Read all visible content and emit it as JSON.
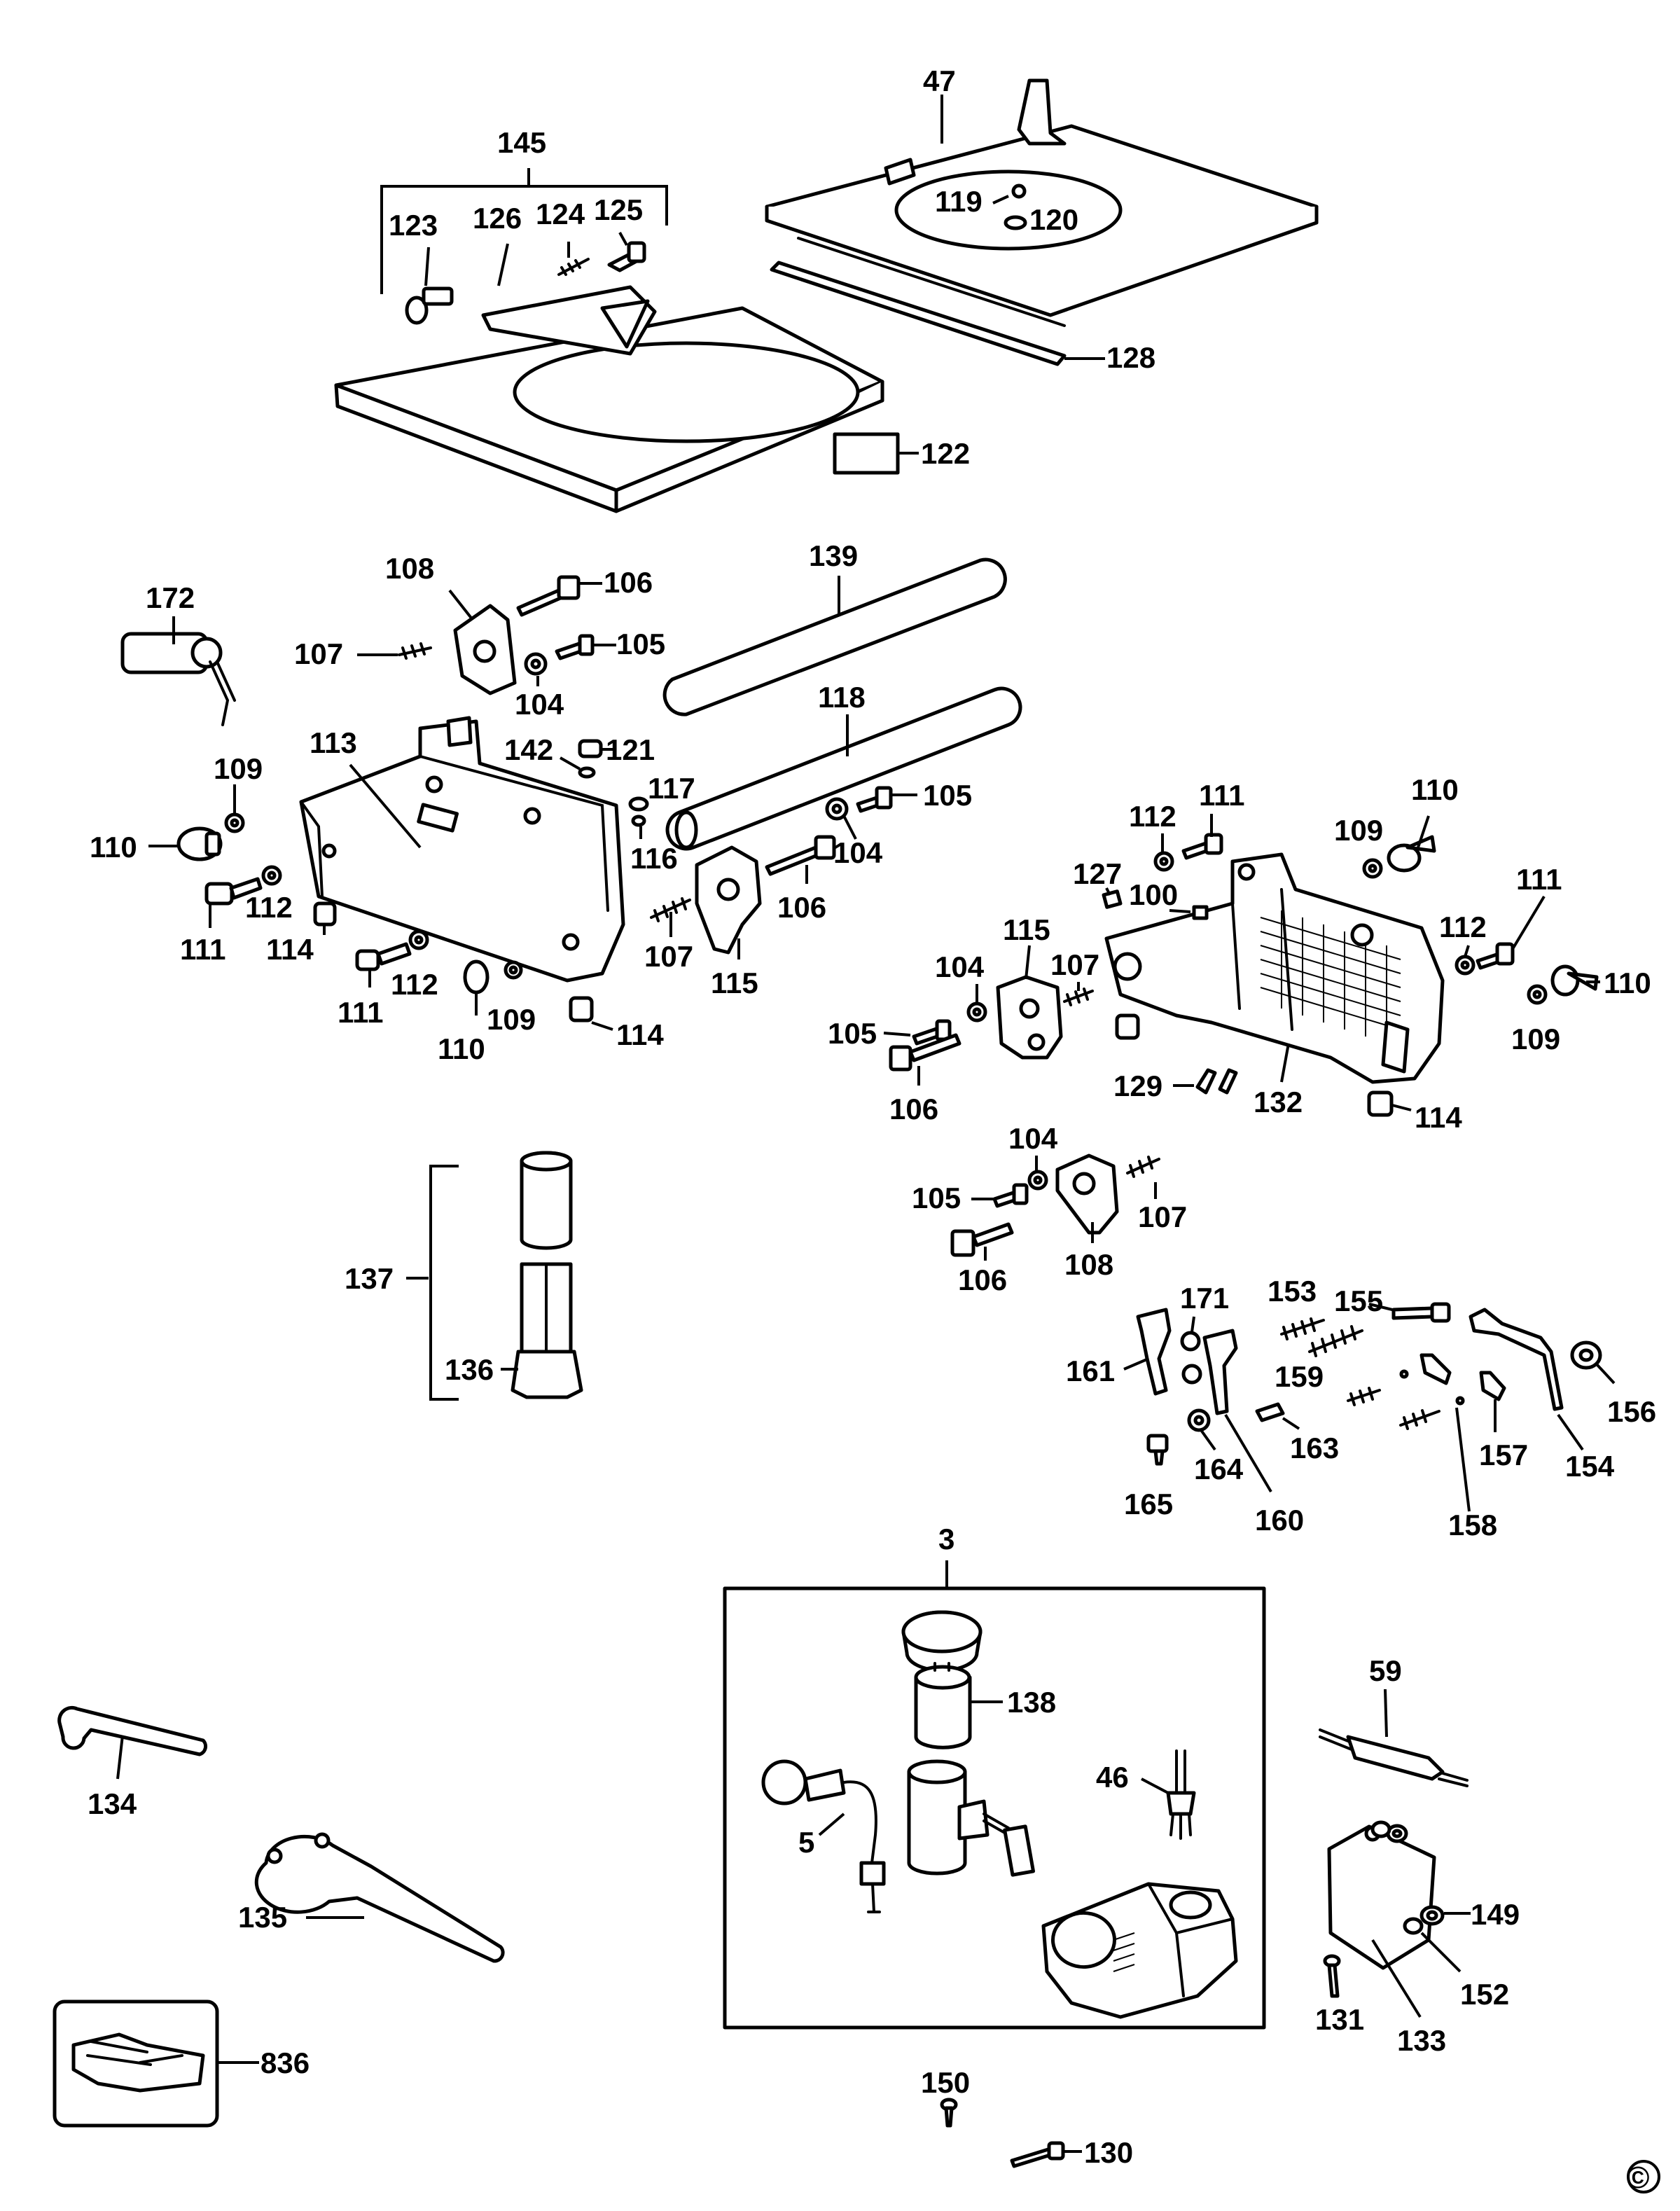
{
  "copyright_mark": "©",
  "labels": {
    "l145": "145",
    "l123": "123",
    "l126": "126",
    "l124": "124",
    "l125": "125",
    "l47": "47",
    "l119": "119",
    "l120": "120",
    "l128": "128",
    "l122": "122",
    "l139": "139",
    "l108a": "108",
    "l106a": "106",
    "l107a": "107",
    "l105a": "105",
    "l104a": "104",
    "l172": "172",
    "l113": "113",
    "l142": "142",
    "l121": "121",
    "l117": "117",
    "l116": "116",
    "l118": "118",
    "l105b": "105",
    "l104b": "104",
    "l106b": "106",
    "l107b": "107",
    "l115a": "115",
    "l109a": "109",
    "l110a": "110",
    "l111a": "111",
    "l112a": "112",
    "l114a": "114",
    "l111b": "111",
    "l112b": "112",
    "l110b": "110",
    "l109b": "109",
    "l114b": "114",
    "l112c": "112",
    "l111c": "111",
    "l109c": "109",
    "l110c": "110",
    "l127": "127",
    "l100": "100",
    "l115b": "115",
    "l104c": "104",
    "l107c": "107",
    "l105c": "105",
    "l106c": "106",
    "l129": "129",
    "l132": "132",
    "l114c": "114",
    "l111d": "111",
    "l112d": "112",
    "l110d": "110",
    "l109d": "109",
    "l104d": "104",
    "l105d": "105",
    "l107d": "107",
    "l106d": "106",
    "l108b": "108",
    "l137": "137",
    "l136": "136",
    "l153": "153",
    "l155": "155",
    "l171": "171",
    "l161": "161",
    "l159": "159",
    "l156": "156",
    "l163": "163",
    "l157": "157",
    "l154": "154",
    "l165": "165",
    "l164": "164",
    "l160": "160",
    "l158": "158",
    "l3": "3",
    "l138": "138",
    "l46": "46",
    "l5": "5",
    "l59": "59",
    "l149": "149",
    "l152": "152",
    "l131": "131",
    "l133": "133",
    "l150": "150",
    "l130": "130",
    "l134": "134",
    "l135": "135",
    "l836": "836"
  }
}
